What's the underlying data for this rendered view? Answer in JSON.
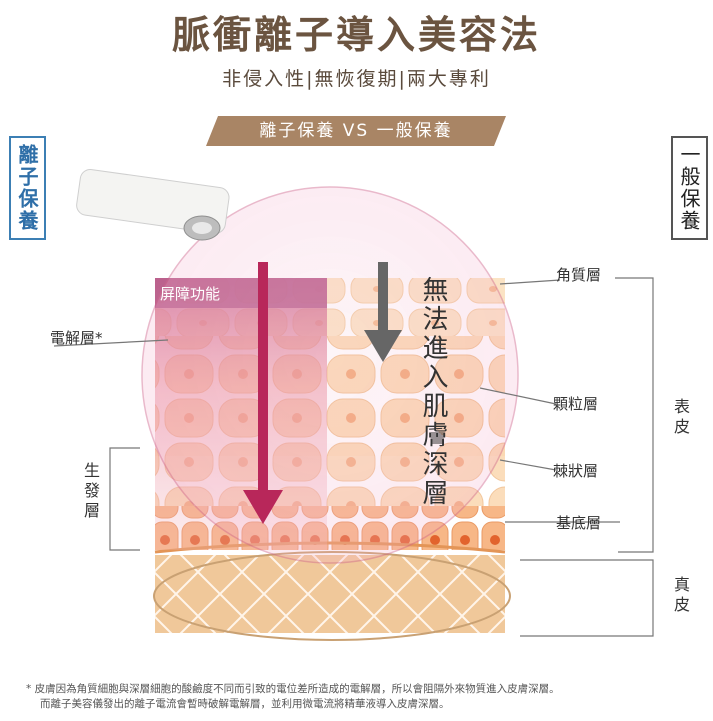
{
  "title": "脈衝離子導入美容法",
  "subtitle": "非侵入性|無恢復期|兩大專利",
  "banner": "離子保養 VS 一般保養",
  "left_tag": "離子保養",
  "right_tag": "一般保養",
  "barrier_label": "屏障功能",
  "cannot_enter": "無法進入肌膚深層",
  "labels": {
    "electrolyte": "電解層*",
    "germinative": "生發層",
    "stratum_corneum": "角質層",
    "granular": "顆粒層",
    "spinous": "棘狀層",
    "basal": "基底層",
    "epidermis": "表皮",
    "dermis": "真皮"
  },
  "footnote": [
    "* 皮膚因為角質細胞與深層細胞的酸鹼度不同而引致的電位差所造成的電解層，所以會阻隔外來物質進入皮膚深層。",
    "而離子美容儀發出的離子電流會暫時破解電解層，並利用微電流將精華液導入皮膚深層。"
  ],
  "colors": {
    "title": "#6b5440",
    "banner": "#a98565",
    "ion_arrow": "#b8275a",
    "normal_arrow": "#666666",
    "ion_tag": "#2f6fa8"
  }
}
